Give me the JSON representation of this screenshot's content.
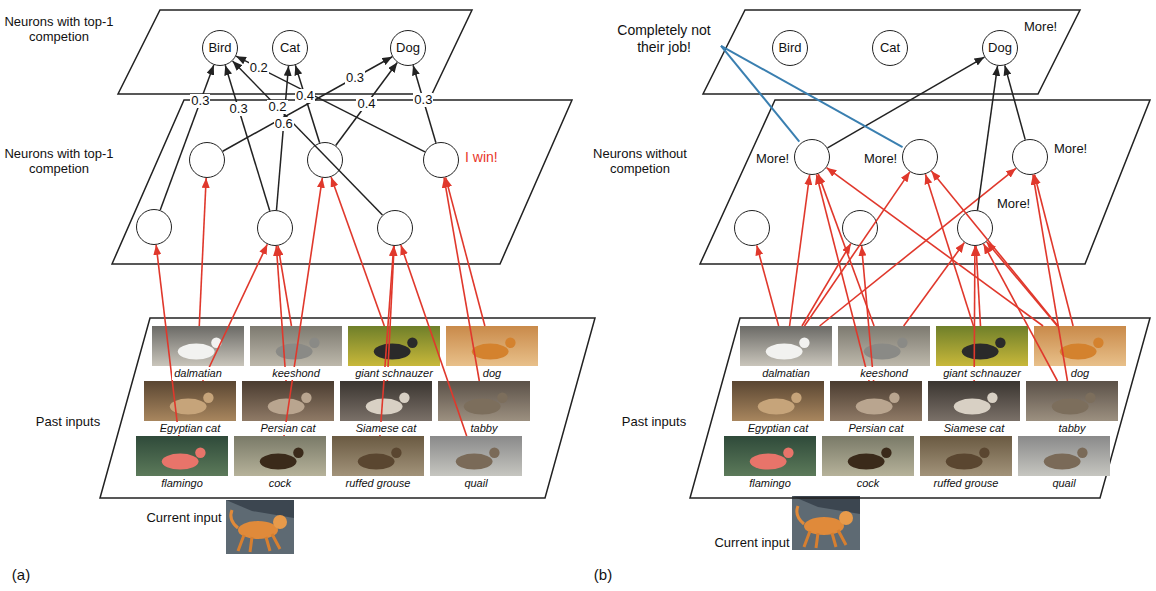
{
  "diagram": {
    "nodes": [
      {
        "text": [
          "Neurons with top-1 competion"
        ]
      },
      {
        "text": [
          "Bird"
        ],
        "in": 0
      },
      {
        "text": [
          "Cat"
        ],
        "in": 0
      },
      {
        "text": [
          "Dog"
        ],
        "in": 0
      },
      {
        "text": [
          "Neurons with top-1 competion"
        ]
      },
      {
        "text": [],
        "in": 4
      },
      {
        "text": [],
        "in": 4
      },
      {
        "text": [
          "I win!"
        ],
        "in": 4
      },
      {
        "text": [],
        "in": 4
      },
      {
        "text": [],
        "in": 4
      },
      {
        "text": [],
        "in": 4
      },
      {
        "text": [
          "Past inputs"
        ]
      },
      {
        "text": [
          "dalmatian"
        ],
        "in": 11
      },
      {
        "text": [
          "keeshond"
        ],
        "in": 11
      },
      {
        "text": [
          "giant schnauzer"
        ],
        "in": 11
      },
      {
        "text": [
          "dog"
        ],
        "in": 11
      },
      {
        "text": [
          "Egyptian cat"
        ],
        "in": 11
      },
      {
        "text": [
          "Persian cat"
        ],
        "in": 11
      },
      {
        "text": [
          "Siamese cat"
        ],
        "in": 11
      },
      {
        "text": [
          "tabby"
        ],
        "in": 11
      },
      {
        "text": [
          "flamingo"
        ],
        "in": 11
      },
      {
        "text": [
          "cock"
        ],
        "in": 11
      },
      {
        "text": [
          "ruffed grouse"
        ],
        "in": 11
      },
      {
        "text": [
          "quail"
        ],
        "in": 11
      },
      {
        "text": []
      },
      {
        "text": [
          "Bird"
        ],
        "in": 24
      },
      {
        "text": [
          "Cat"
        ],
        "in": 24
      },
      {
        "text": [
          "Dog",
          "More!"
        ],
        "in": 24
      },
      {
        "text": [
          "Neurons without competion"
        ]
      },
      {
        "text": [
          "More!"
        ],
        "in": 28
      },
      {
        "text": [
          "More!"
        ],
        "in": 28
      },
      {
        "text": [
          "More!"
        ],
        "in": 28
      },
      {
        "text": [],
        "in": 28
      },
      {
        "text": [],
        "in": 28
      },
      {
        "text": [
          "More!"
        ],
        "in": 28
      },
      {
        "text": [
          "Past inputs"
        ]
      },
      {
        "text": [
          "dalmatian"
        ],
        "in": 35
      },
      {
        "text": [
          "keeshond"
        ],
        "in": 35
      },
      {
        "text": [
          "giant schnauzer"
        ],
        "in": 35
      },
      {
        "text": [
          "dog"
        ],
        "in": 35
      },
      {
        "text": [
          "Egyptian cat"
        ],
        "in": 35
      },
      {
        "text": [
          "Persian cat"
        ],
        "in": 35
      },
      {
        "text": [
          "Siamese cat"
        ],
        "in": 35
      },
      {
        "text": [
          "tabby"
        ],
        "in": 35
      },
      {
        "text": [
          "flamingo"
        ],
        "in": 35
      },
      {
        "text": [
          "cock"
        ],
        "in": 35
      },
      {
        "text": [
          "ruffed grouse"
        ],
        "in": 35
      },
      {
        "text": [
          "quail"
        ],
        "in": 35
      }
    ],
    "edges": [
      {
        "from": 12,
        "to": 5,
        "arrow": "to"
      },
      {
        "from": 13,
        "to": 9,
        "arrow": "to"
      },
      {
        "from": 16,
        "to": 9,
        "arrow": "to"
      },
      {
        "from": 17,
        "to": 9,
        "arrow": "to"
      },
      {
        "from": 14,
        "to": 6,
        "arrow": "to"
      },
      {
        "from": 21,
        "to": 6,
        "arrow": "to"
      },
      {
        "from": 18,
        "to": 10,
        "arrow": "to"
      },
      {
        "from": 22,
        "to": 10,
        "arrow": "to"
      },
      {
        "from": 23,
        "to": 10,
        "arrow": "to"
      },
      {
        "from": 19,
        "to": 7,
        "arrow": "to"
      },
      {
        "from": 15,
        "to": 7,
        "arrow": "to"
      },
      {
        "from": 20,
        "to": 8,
        "arrow": "to"
      },
      {
        "from": 8,
        "to": 1,
        "label": "0.3",
        "arrow": "to"
      },
      {
        "from": 9,
        "to": 1,
        "label": "0.3",
        "arrow": "to"
      },
      {
        "from": 10,
        "to": 1,
        "label": "0.2",
        "arrow": "to"
      },
      {
        "from": 7,
        "to": 1,
        "label": "0.2",
        "arrow": "to"
      },
      {
        "from": 9,
        "to": 2,
        "label": "0.6",
        "arrow": "to"
      },
      {
        "from": 6,
        "to": 2,
        "label": "0.4",
        "arrow": "to"
      },
      {
        "from": 5,
        "to": 3,
        "label": "0.3",
        "arrow": "to"
      },
      {
        "from": 6,
        "to": 3,
        "label": "0.4",
        "arrow": "to"
      },
      {
        "from": 7,
        "to": 3,
        "label": "0.3",
        "arrow": "to"
      },
      {
        "from": 36,
        "to": 32,
        "arrow": "to"
      },
      {
        "from": 36,
        "to": 29,
        "arrow": "to"
      },
      {
        "from": 36,
        "to": 30,
        "arrow": "to"
      },
      {
        "from": 36,
        "to": 31,
        "arrow": "to"
      },
      {
        "from": 36,
        "to": 33,
        "arrow": "to"
      },
      {
        "from": 39,
        "to": 29,
        "arrow": "to"
      },
      {
        "from": 39,
        "to": 30,
        "arrow": "to"
      },
      {
        "from": 39,
        "to": 34,
        "arrow": "to"
      },
      {
        "from": 39,
        "to": 31,
        "arrow": "to"
      },
      {
        "from": 37,
        "to": 29,
        "arrow": "to"
      },
      {
        "from": 37,
        "to": 34,
        "arrow": "to"
      },
      {
        "from": 38,
        "to": 34,
        "arrow": "to"
      },
      {
        "from": 38,
        "to": 30,
        "arrow": "to"
      },
      {
        "from": 41,
        "to": 29,
        "arrow": "to"
      },
      {
        "from": 41,
        "to": 33,
        "arrow": "to"
      },
      {
        "from": 42,
        "to": 34,
        "arrow": "to"
      },
      {
        "from": 43,
        "to": 34,
        "arrow": "to"
      },
      {
        "from": 43,
        "to": 31,
        "arrow": "to"
      },
      {
        "from": 29,
        "to": 27,
        "arrow": "to"
      },
      {
        "from": 34,
        "to": 27,
        "arrow": "to"
      },
      {
        "from": 31,
        "to": 27,
        "arrow": "to"
      }
    ],
    "labels": [
      "Current input",
      "(a)",
      "Current input",
      "(b)",
      "Completely not their job!"
    ]
  }
}
